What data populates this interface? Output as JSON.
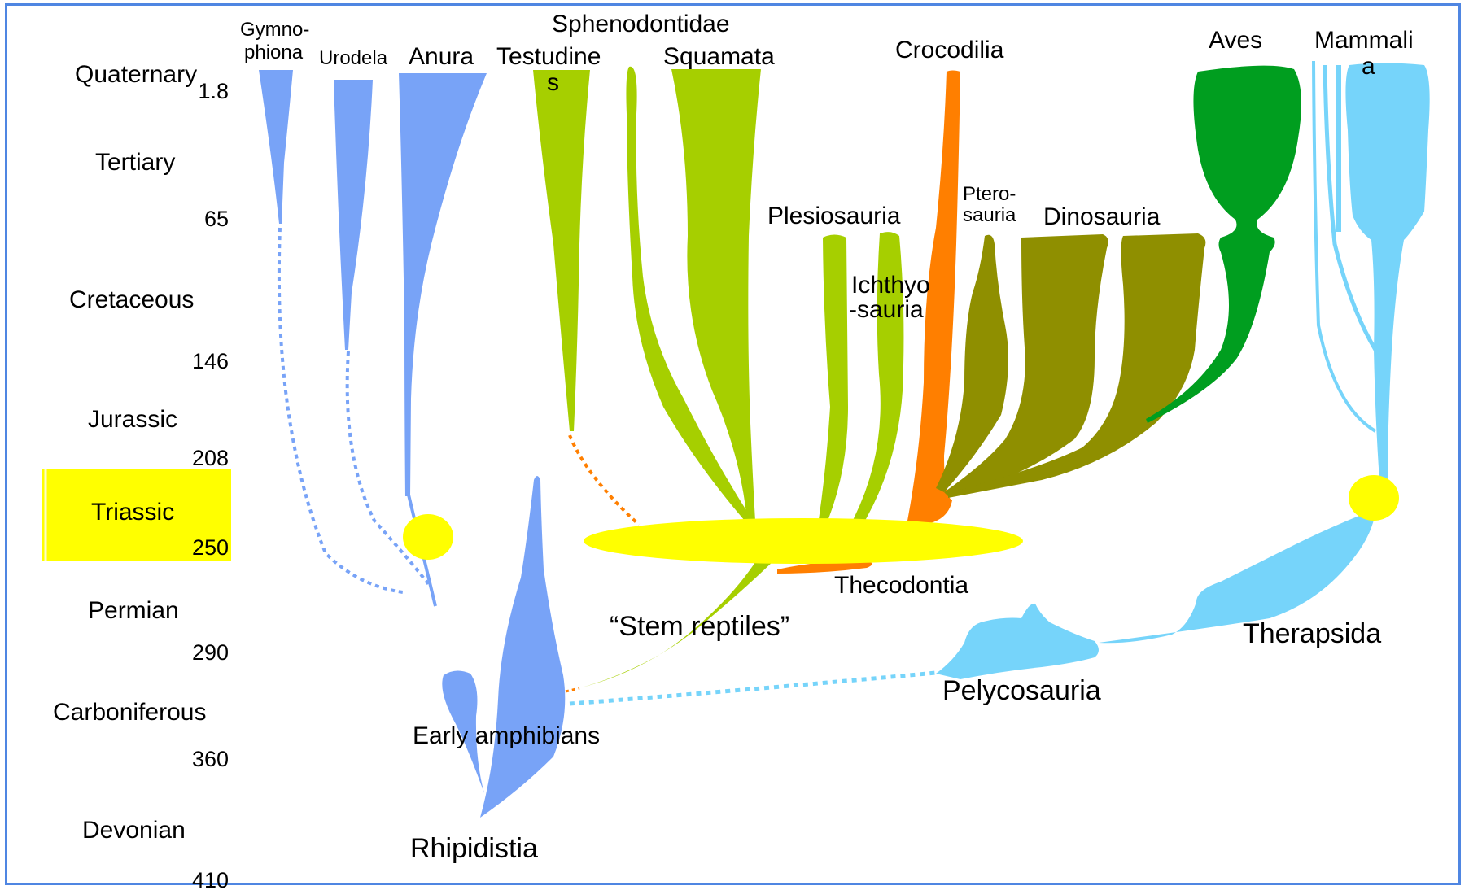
{
  "colors": {
    "frame": "#4f86e2",
    "amphibian": "#78a3f7",
    "reptile_green": "#a6cf00",
    "olive": "#8f8f00",
    "orange": "#ff7f00",
    "bird_green": "#009e1f",
    "mammal_blue": "#76d4fa",
    "yellow": "#ffff00"
  },
  "periods": [
    {
      "name": "Quaternary",
      "age": "1.8"
    },
    {
      "name": "Tertiary",
      "age": "65"
    },
    {
      "name": "Cretaceous",
      "age": "146"
    },
    {
      "name": "Jurassic",
      "age": "208"
    },
    {
      "name": "Triassic",
      "age": "250"
    },
    {
      "name": "Permian",
      "age": "290"
    },
    {
      "name": "Carboniferous",
      "age": "360"
    },
    {
      "name": "Devonian",
      "age": "410"
    }
  ],
  "highlighted_period": "Triassic",
  "taxa": {
    "gymnophiona_1": "Gymno-",
    "gymnophiona_2": "phiona",
    "urodela": "Urodela",
    "anura": "Anura",
    "testudines_1": "Testudine",
    "testudines_2": "s",
    "sphenodontidae": "Sphenodontidae",
    "squamata": "Squamata",
    "crocodilia": "Crocodilia",
    "aves": "Aves",
    "mammalia_1": "Mammali",
    "mammalia_2": "a",
    "plesiosauria": "Plesiosauria",
    "ichthyosauria_1": "Ichthyo",
    "ichthyosauria_2": "-sauria",
    "pterosauria_1": "Ptero-",
    "pterosauria_2": "sauria",
    "dinosauria": "Dinosauria",
    "thecodontia": "Thecodontia",
    "stem_reptiles": "“Stem reptiles”",
    "therapsida": "Therapsida",
    "pelycosauria": "Pelycosauria",
    "early_amphibians": "Early amphibians",
    "rhipidistia": "Rhipidistia"
  }
}
